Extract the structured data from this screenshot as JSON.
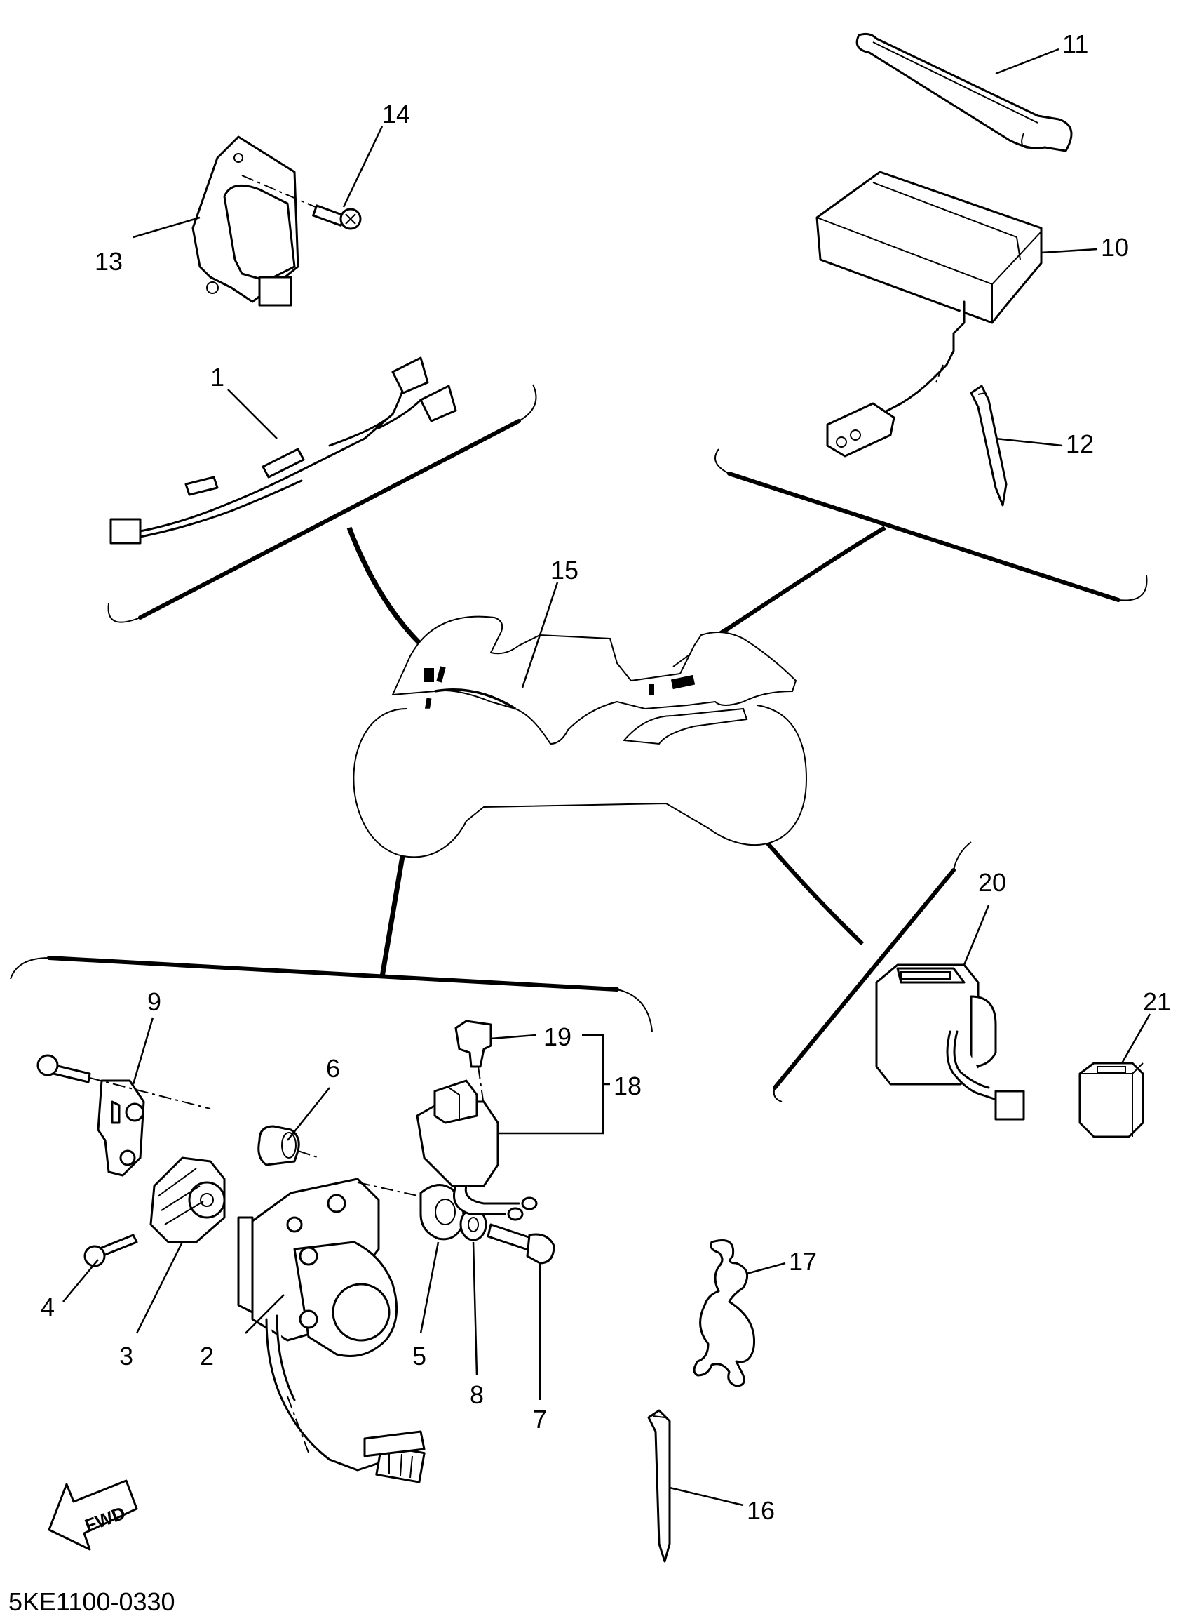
{
  "drawing_code": "5KE1100-0330",
  "fwd_label": "FWD",
  "callouts": {
    "c1": "1",
    "c2": "2",
    "c3": "3",
    "c4": "4",
    "c5": "5",
    "c6": "6",
    "c7": "7",
    "c8": "8",
    "c9": "9",
    "c10": "10",
    "c11": "11",
    "c12": "12",
    "c13": "13",
    "c14": "14",
    "c15": "15",
    "c16": "16",
    "c17": "17",
    "c18": "18",
    "c19": "19",
    "c20": "20",
    "c21": "21"
  }
}
